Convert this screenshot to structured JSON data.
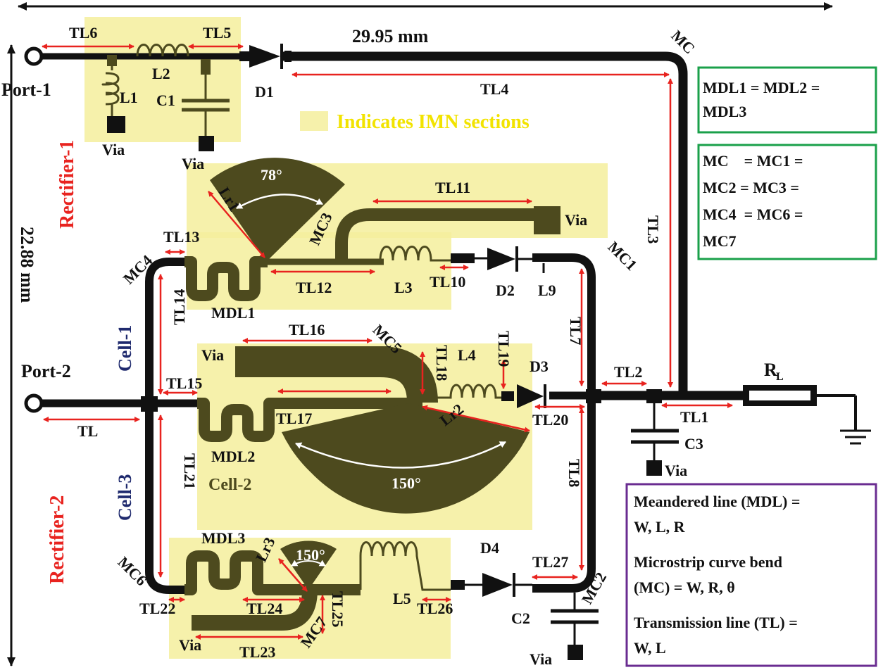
{
  "dimensions": {
    "width": "29.95 mm",
    "height": "22.88 mm"
  },
  "ports": {
    "port1": "Port-1",
    "port2": "Port-2"
  },
  "rectifiers": {
    "rectifier1": "Rectifier-1",
    "rectifier2": "Rectifier-2"
  },
  "cells": {
    "cell1": "Cell-1",
    "cell2": "Cell-2",
    "cell3": "Cell-3"
  },
  "legend": {
    "imn": "Indicates IMN sections"
  },
  "labels": {
    "TL": "TL",
    "TL1": "TL1",
    "TL2": "TL2",
    "TL3": "TL3",
    "TL4": "TL4",
    "TL5": "TL5",
    "TL6": "TL6",
    "TL7": "TL7",
    "TL8": "TL8",
    "TL10": "TL10",
    "TL11": "TL11",
    "TL12": "TL12",
    "TL13": "TL13",
    "TL14": "TL14",
    "TL15": "TL15",
    "TL16": "TL16",
    "TL17": "TL17",
    "TL18": "TL18",
    "TL19": "TL19",
    "TL20": "TL20",
    "TL21": "TL21",
    "TL22": "TL22",
    "TL23": "TL23",
    "TL24": "TL24",
    "TL25": "TL25",
    "TL26": "TL26",
    "TL27": "TL27",
    "L1": "L1",
    "L2": "L2",
    "L3": "L3",
    "L4": "L4",
    "L5": "L5",
    "L9": "L9",
    "C1": "C1",
    "C2": "C2",
    "C3": "C3",
    "D1": "D1",
    "D2": "D2",
    "D3": "D3",
    "D4": "D4",
    "MC": "MC",
    "MC1": "MC1",
    "MC2": "MC2",
    "MC3": "MC3",
    "MC4": "MC4",
    "MC5": "MC5",
    "MC6": "MC6",
    "MC7": "MC7",
    "MDL1": "MDL1",
    "MDL2": "MDL2",
    "MDL3": "MDL3",
    "Lr1": "Lr1",
    "Lr2": "Lr2",
    "Lr3": "Lr3",
    "via": "Via",
    "R": "R",
    "RL_sub": "L",
    "angle78": "78°",
    "angle150a": "150°",
    "angle150b": "150°"
  },
  "boxes": {
    "mdl_eq": {
      "line1": "MDL1 = MDL2 =",
      "line2": "MDL3"
    },
    "mc_eq": {
      "line1": "MC    = MC1 =",
      "line2": "MC2 = MC3 =",
      "line3": "MC4  = MC6 =",
      "line4": "MC7"
    },
    "params": {
      "line1": "Meandered line (MDL) =",
      "line2": "W, L, R",
      "line3": "Microstrip curve bend",
      "line4": "(MC) = W, R, θ",
      "line5": "Transmission line (TL) =",
      "line6": "W, L"
    }
  },
  "colors": {
    "trace": "#111111",
    "stub": "#4d4a1e",
    "imn_fill": "#f5ef9c",
    "dimension_arrow": "#e8231f",
    "box_green": "#1aa04a",
    "box_purple": "#6a2c91"
  }
}
